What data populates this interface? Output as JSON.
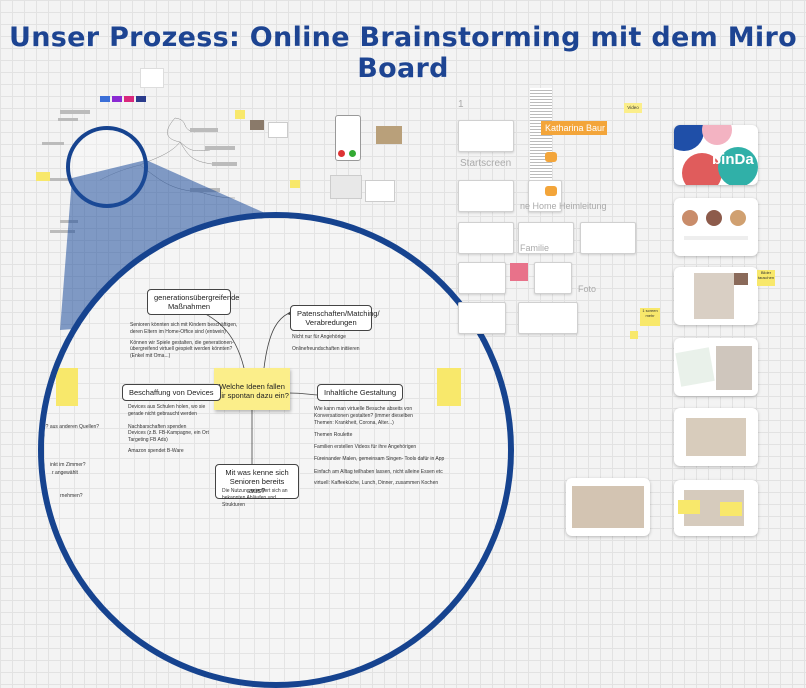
{
  "title": "Unser Prozess: Online Brainstorming mit dem Miro Board",
  "colors": {
    "title": "#1d4492",
    "lens": "#16438f",
    "sticky": "#f8e86b",
    "accent_orange": "#f3a53a"
  },
  "mindmap": {
    "center": "Welche Ideen fallen mir spontan dazu ein?",
    "nodes": {
      "generations": "generationsübergreifende Maßnahmen",
      "patenschaften": "Patenschaften/Matching/ Verabredungen",
      "beschaffung": "Beschaffung von Devices",
      "inhaltlich": "Inhaltliche Gestaltung",
      "mitwas": "Mit was kenne sich Senioren bereits aus?"
    },
    "notes": {
      "gen1": "Senioren könnten sich mit Kindern beschäftigen,",
      "gen2": "deren Eltern im Home-Office sind (entwein)",
      "gen3": "Können wir Spiele gestalten, die generationen-",
      "gen4": "übergreifend virtuell gespielt werden könnten?",
      "gen5": "(Enkel mit Oma...)",
      "pat1": "Nicht nur für Angehörige",
      "pat2": "Onlinefreundschaften initiieren",
      "bes1": "Devices aus Schulen holen, wo sie",
      "bes2": "gerade nicht gebraucht werden",
      "bes3": "Nachbarschaften spenden",
      "bes4": "Devices (z.B. FB-Kampagne, ein Ort",
      "bes5": "Targeting FB Ads)",
      "bes6": "Amazon spendet B-Ware",
      "inh1": "Wie kann man virtuelle Besuche abseits von",
      "inh2": "Konversationen gestalten? (immer dieselben",
      "inh3": "Themen: Krankheit, Corona, Alter...)",
      "inh4": "Themen Roulette",
      "inh5": "Familien erstellen Videos für ihre Angehörigen",
      "inh6": "Füreinander Malen, gemeinsam Singen- Tools dafür in App",
      "inh7": "Einfach am Alltag teilhaben lassen, nicht alleine Essen etc",
      "inh8": "virtuell: Kaffeeküche, Lunch, Dinner, zusammen Kochen",
      "mit1": "Die Nutzung orientiert sich an",
      "mit2": "bekannten Abläufen und",
      "mit3": "Strukturen"
    },
    "left_fragments": [
      "r? aus anderen Quellen?",
      "inkt im Zimmer?",
      "r angewählt",
      "rnehmen?"
    ]
  },
  "canvas_labels": {
    "startscreen": "Startscreen",
    "katharina": "Katharina Baur",
    "video": "Video",
    "one": "1",
    "row_a": "ne Home Heimleitung",
    "row_b": "Familie",
    "row_c": "Foto",
    "binda": "binDa",
    "bilder": "Bilder tauschen",
    "screen": "1 screen mehr"
  }
}
